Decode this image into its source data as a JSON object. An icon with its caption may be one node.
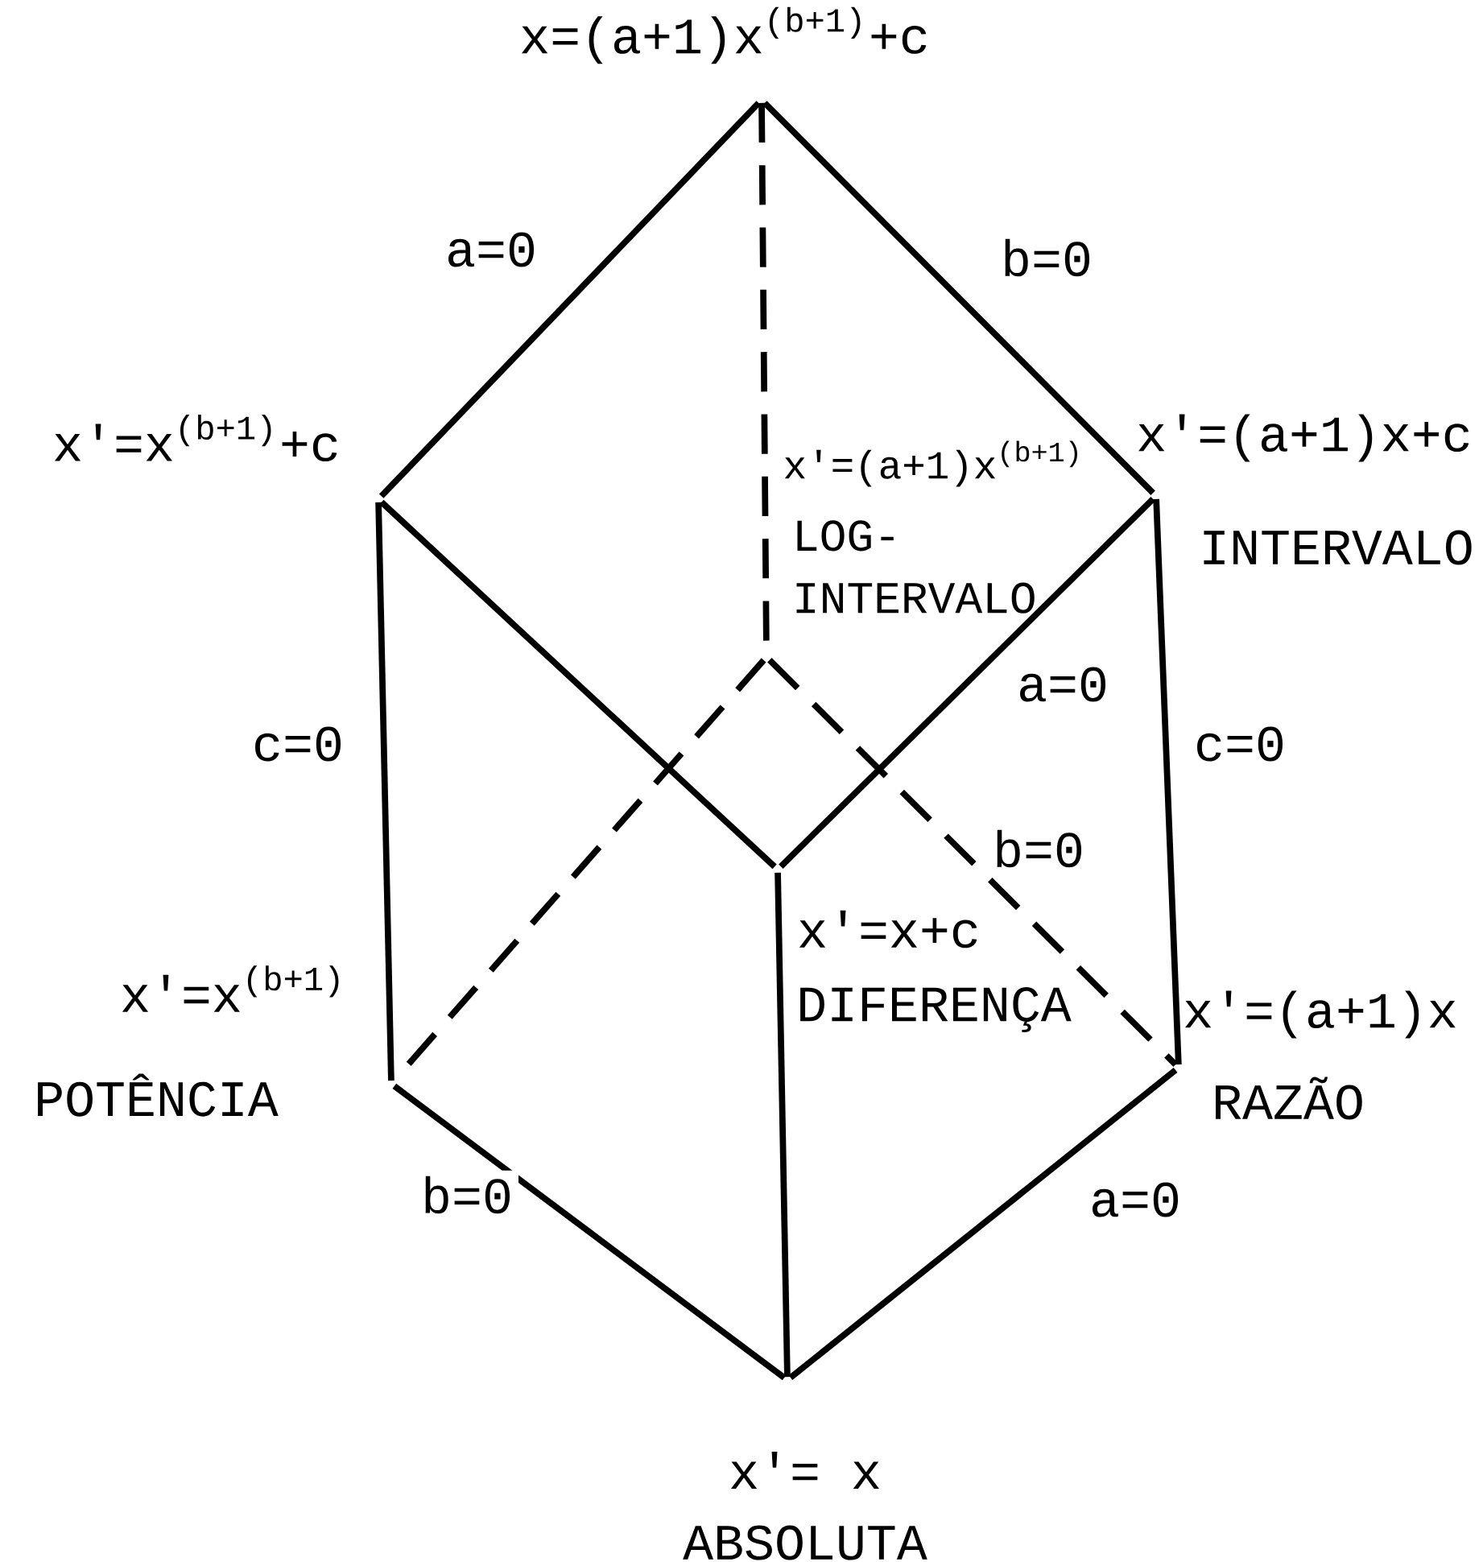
{
  "diagram": {
    "nodes": [
      {
        "text": [
          "x=(a+1)x$^{(b+1)}$+c"
        ]
      },
      {
        "text": [
          "x'=x$^{(b+1)}$+c"
        ]
      },
      {
        "text": [
          "x'=(a+1)x$^{(b+1)}$",
          "LOG-INTERVALO"
        ]
      },
      {
        "text": [
          "x'=(a+1)x+c",
          "INTERVALO"
        ]
      },
      {
        "text": [
          "x'=x+c",
          "DIFERENÇA"
        ]
      },
      {
        "text": [
          "x'=x$^{(b+1)}$",
          "POTÊNCIA"
        ]
      },
      {
        "text": [
          "x'=(a+1)x",
          "RAZÃO"
        ]
      },
      {
        "text": [
          "x'= x",
          "ABSOLUTA"
        ]
      }
    ],
    "edges": [
      {
        "from": 0,
        "to": 1,
        "arrow": "none",
        "label": "a=0"
      },
      {
        "from": 0,
        "to": 3,
        "arrow": "none",
        "label": "b=0"
      },
      {
        "from": 0,
        "to": 2,
        "arrow": "none",
        "style": "dashed"
      },
      {
        "from": 1,
        "to": 4,
        "arrow": "none"
      },
      {
        "from": 3,
        "to": 4,
        "arrow": "none",
        "label": "a=0"
      },
      {
        "from": 1,
        "to": 5,
        "arrow": "none",
        "label": "c=0"
      },
      {
        "from": 3,
        "to": 6,
        "arrow": "none",
        "label": "c=0"
      },
      {
        "from": 2,
        "to": 5,
        "arrow": "none",
        "style": "dashed"
      },
      {
        "from": 2,
        "to": 6,
        "arrow": "none",
        "style": "dashed",
        "label": "b=0"
      },
      {
        "from": 4,
        "to": 7,
        "arrow": "none"
      },
      {
        "from": 5,
        "to": 7,
        "arrow": "none",
        "label": "b=0"
      },
      {
        "from": 6,
        "to": 7,
        "arrow": "none",
        "label": "a=0"
      }
    ]
  }
}
